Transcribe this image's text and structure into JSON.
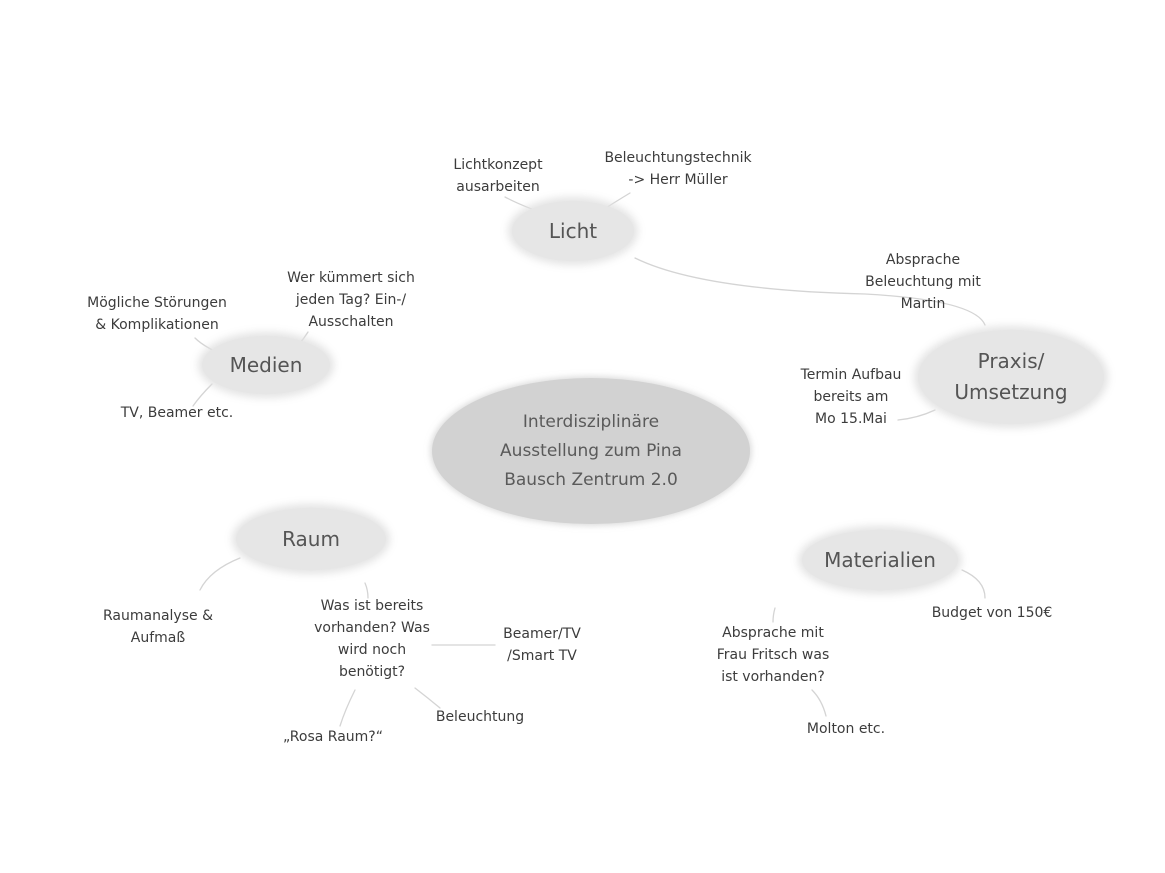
{
  "center": {
    "label": "Interdisziplinäre\nAusstellung zum Pina\nBausch Zentrum 2.0"
  },
  "branches": {
    "licht": "Licht",
    "medien": "Medien",
    "praxis": "Praxis/\nUmsetzung",
    "raum": "Raum",
    "materialien": "Materialien"
  },
  "leaves": {
    "lichtkonzept": "Lichtkonzept\nausarbeiten",
    "beleuchtungstechnik": "Beleuchtungstechnik\n-> Herr Müller",
    "absprache_beleuchtung": "Absprache\nBeleuchtung mit\nMartin",
    "termin_aufbau": "Termin Aufbau\nbereits am\nMo 15.Mai",
    "wer_kuemmert": "Wer kümmert sich\njeden Tag? Ein-/\nAusschalten",
    "stoerungen": "Mögliche Störungen\n& Komplikationen",
    "tv_beamer": "TV, Beamer etc.",
    "raumanalyse": "Raumanalyse &\nAufmaß",
    "was_vorhanden": "Was ist bereits\nvorhanden? Was\nwird noch\nbenötigt?",
    "beamer_tv": "Beamer/TV\n/Smart TV",
    "beleuchtung": "Beleuchtung",
    "rosa_raum": "„Rosa Raum?“",
    "budget": "Budget von 150€",
    "absprache_fritsch": "Absprache mit\nFrau Fritsch was\nist vorhanden?",
    "molton": "Molton etc."
  },
  "colors": {
    "center_fill": "#d2d2d2",
    "branch_fill": "#e6e6e6",
    "connector": "#d4d4d4",
    "text": "#3c3c3c"
  }
}
